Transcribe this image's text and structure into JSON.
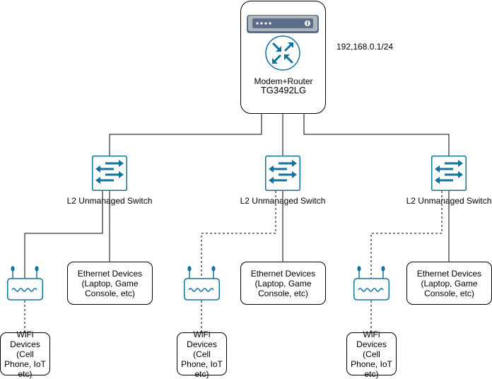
{
  "router": {
    "name": "Modem+Router",
    "model": "TG3492LG",
    "subnet": "192,168.0.1/24"
  },
  "switches": [
    {
      "label": "L2 Unmanaged Switch"
    },
    {
      "label": "L2 Unmanaged Switch"
    },
    {
      "label": "L2 Unmanaged Switch"
    }
  ],
  "ethernet_devices": [
    {
      "label": "Ethernet Devices (Laptop, Game Console, etc)"
    },
    {
      "label": "Ethernet Devices (Laptop, Game Console, etc)"
    },
    {
      "label": "Ethernet Devices (Laptop, Game Console, etc)"
    }
  ],
  "wifi_devices": [
    {
      "label": "WiFi Devices (Cell Phone, IoT etc)"
    },
    {
      "label": "WiFi Devices (Cell Phone, IoT etc)"
    },
    {
      "label": "WiFi Devices (Cell Phone, IoT etc)"
    }
  ],
  "colors": {
    "icon_stroke": "#10739e",
    "icon_fill": "#ffffff",
    "router_chassis": "#afb6c0",
    "router_chassis_dark": "#5b6d8a",
    "line": "#000000"
  }
}
